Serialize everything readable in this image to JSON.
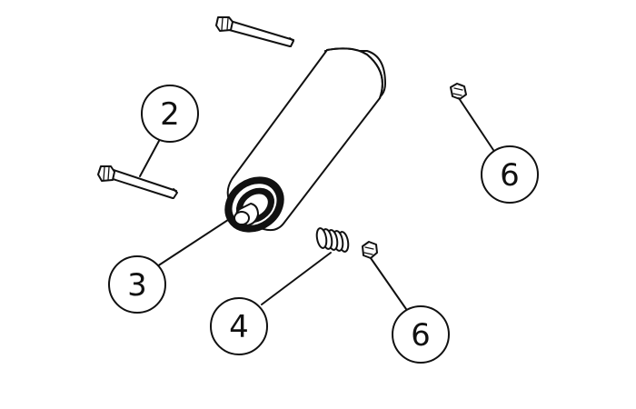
{
  "callouts": {
    "bolt": "2",
    "roller": "3",
    "spring": "4",
    "nut_upper": "6",
    "nut_lower": "6"
  }
}
